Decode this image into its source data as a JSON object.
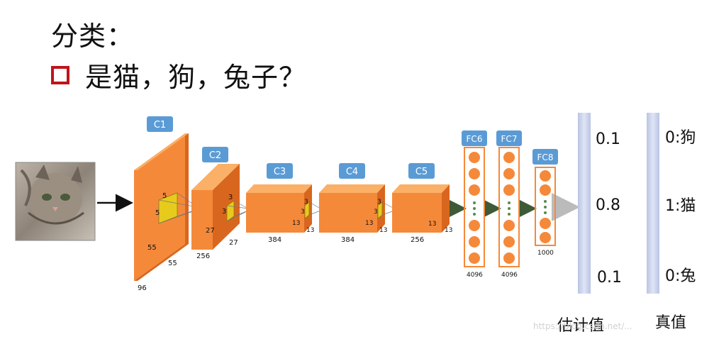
{
  "heading": "分类：",
  "question": "是猫，狗，兔子？",
  "network": {
    "layer_labels": [
      "C1",
      "C2",
      "C3",
      "C4",
      "C5",
      "FC6",
      "FC7",
      "FC8"
    ],
    "c1": {
      "depth": "96",
      "height": "55",
      "width": "55",
      "kernel_h": "5",
      "kernel_w": "5"
    },
    "c2": {
      "depth": "256",
      "height": "27",
      "width": "27",
      "kernel_h": "3",
      "kernel_w": "3"
    },
    "c3": {
      "depth": "384",
      "height": "13",
      "width": "13",
      "kernel_h": "3",
      "kernel_w": "3"
    },
    "c4": {
      "depth": "384",
      "height": "13",
      "width": "13",
      "kernel_h": "3",
      "kernel_w": "3"
    },
    "c5": {
      "depth": "256",
      "height": "13",
      "width": "13"
    },
    "fc6_size": "4096",
    "fc7_size": "4096",
    "fc8_size": "1000"
  },
  "estimate": {
    "values": [
      "0.1",
      "0.8",
      "0.1"
    ],
    "caption": "估计值"
  },
  "truth": {
    "labels": [
      "0:狗",
      "1:猫",
      "0:兔"
    ],
    "caption": "真值"
  },
  "watermark": "https://blog.csdn.net/...",
  "colors": {
    "orange_front": "#f5893a",
    "orange_top": "#fbb067",
    "orange_side": "#d9661e",
    "layer_tag": "#5a9bd5",
    "checkbox": "#c0141c",
    "bar": "#c9d3ec"
  }
}
